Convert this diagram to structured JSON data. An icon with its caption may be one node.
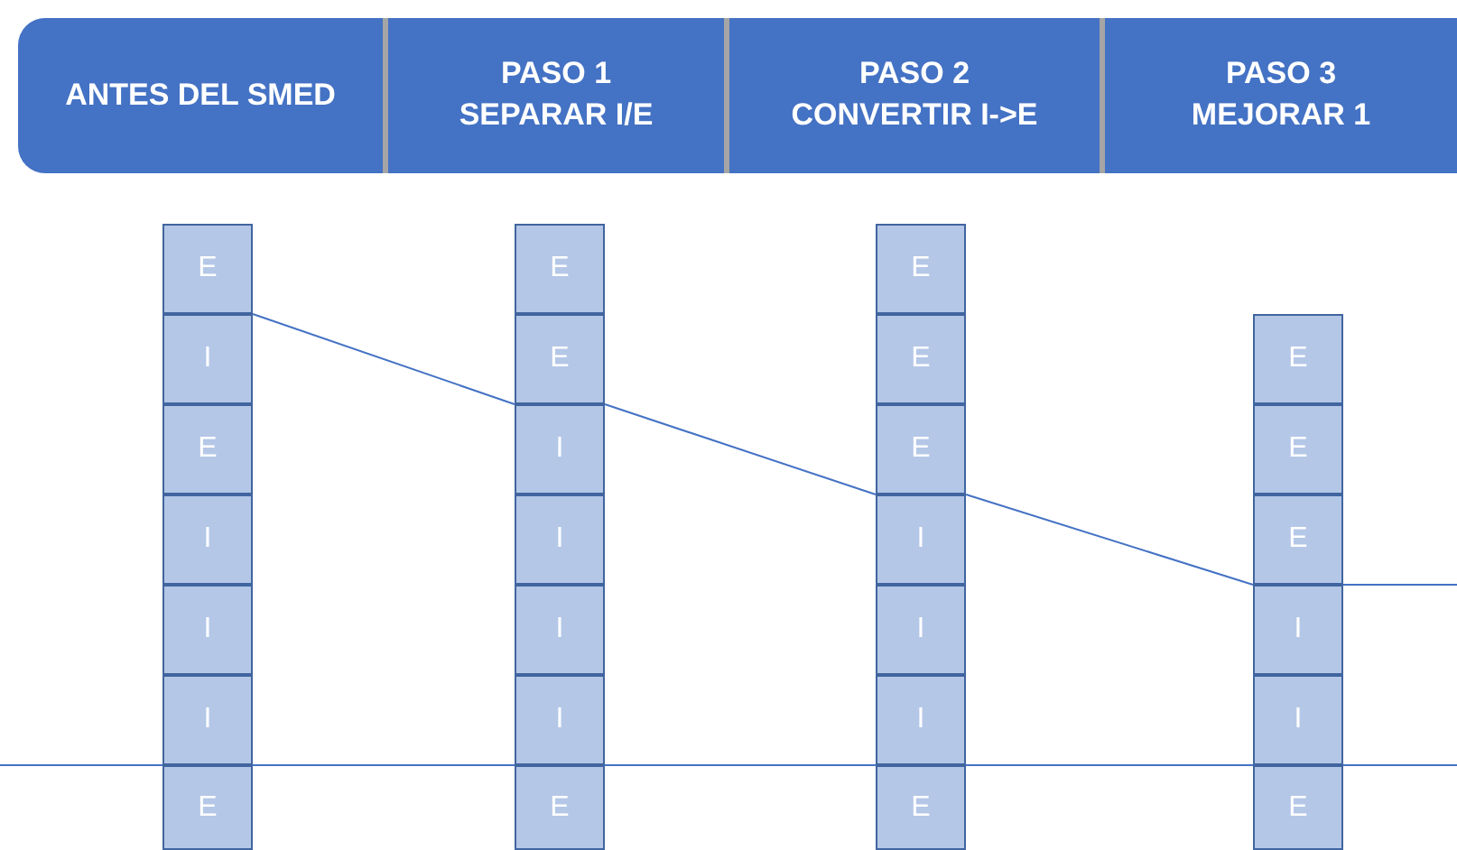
{
  "diagram": {
    "nodes": [
      {
        "text": [
          "ANTES DEL SMED"
        ]
      },
      {
        "text": [
          "PASO 1",
          "SEPARAR I/E"
        ]
      },
      {
        "text": [
          "PASO 2",
          "CONVERTIR I->E"
        ]
      },
      {
        "text": [
          "PASO 3",
          "MEJORAR 1"
        ]
      },
      {
        "text": [
          "E"
        ]
      },
      {
        "text": [
          "I"
        ]
      },
      {
        "text": [
          "E"
        ]
      },
      {
        "text": [
          "I"
        ]
      },
      {
        "text": [
          "I"
        ]
      },
      {
        "text": [
          "I"
        ]
      },
      {
        "text": [
          "E"
        ]
      },
      {
        "text": [
          "E"
        ]
      },
      {
        "text": [
          "E"
        ]
      },
      {
        "text": [
          "I"
        ]
      },
      {
        "text": [
          "I"
        ]
      },
      {
        "text": [
          "I"
        ]
      },
      {
        "text": [
          "I"
        ]
      },
      {
        "text": [
          "E"
        ]
      },
      {
        "text": [
          "E"
        ]
      },
      {
        "text": [
          "E"
        ]
      },
      {
        "text": [
          "E"
        ]
      },
      {
        "text": [
          "I"
        ]
      },
      {
        "text": [
          "I"
        ]
      },
      {
        "text": [
          "I"
        ]
      },
      {
        "text": [
          "E"
        ]
      },
      {
        "text": [
          "E"
        ]
      },
      {
        "text": [
          "E"
        ]
      },
      {
        "text": [
          "E"
        ]
      },
      {
        "text": [
          "I"
        ]
      },
      {
        "text": [
          "I"
        ]
      },
      {
        "text": [
          "E"
        ]
      }
    ],
    "edges": [
      {
        "from": 5,
        "to": 13,
        "arrow": "none"
      },
      {
        "from": 13,
        "to": 21,
        "arrow": "none"
      },
      {
        "from": 21,
        "to": 28,
        "arrow": "none"
      },
      {
        "from": 28,
        "to": null,
        "arrow": "none"
      }
    ]
  }
}
